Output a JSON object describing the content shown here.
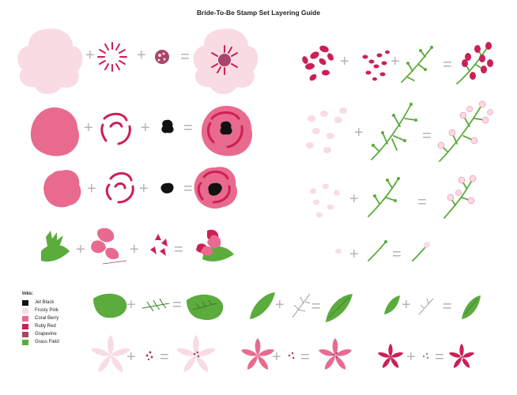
{
  "title": "Bride-To-Be Stamp Set Layering Guide",
  "legend": {
    "heading": "Inks:",
    "items": [
      {
        "label": "Jet Black",
        "color": "#111111"
      },
      {
        "label": "Frosty Pink",
        "color": "#f9dbe4"
      },
      {
        "label": "Coral Berry",
        "color": "#e96a8f"
      },
      {
        "label": "Ruby Red",
        "color": "#cc1f55"
      },
      {
        "label": "Grapevine",
        "color": "#a8456c"
      },
      {
        "label": "Grass Field",
        "color": "#5bab3d"
      }
    ]
  },
  "colors": {
    "frosty": "#f9dbe4",
    "coral": "#e96a8f",
    "ruby": "#cc1f55",
    "grapevine": "#a8456c",
    "grass": "#5bab3d",
    "black": "#111111",
    "operator": "#b4b4b4"
  },
  "operators": {
    "plus": "+",
    "equals": "="
  }
}
